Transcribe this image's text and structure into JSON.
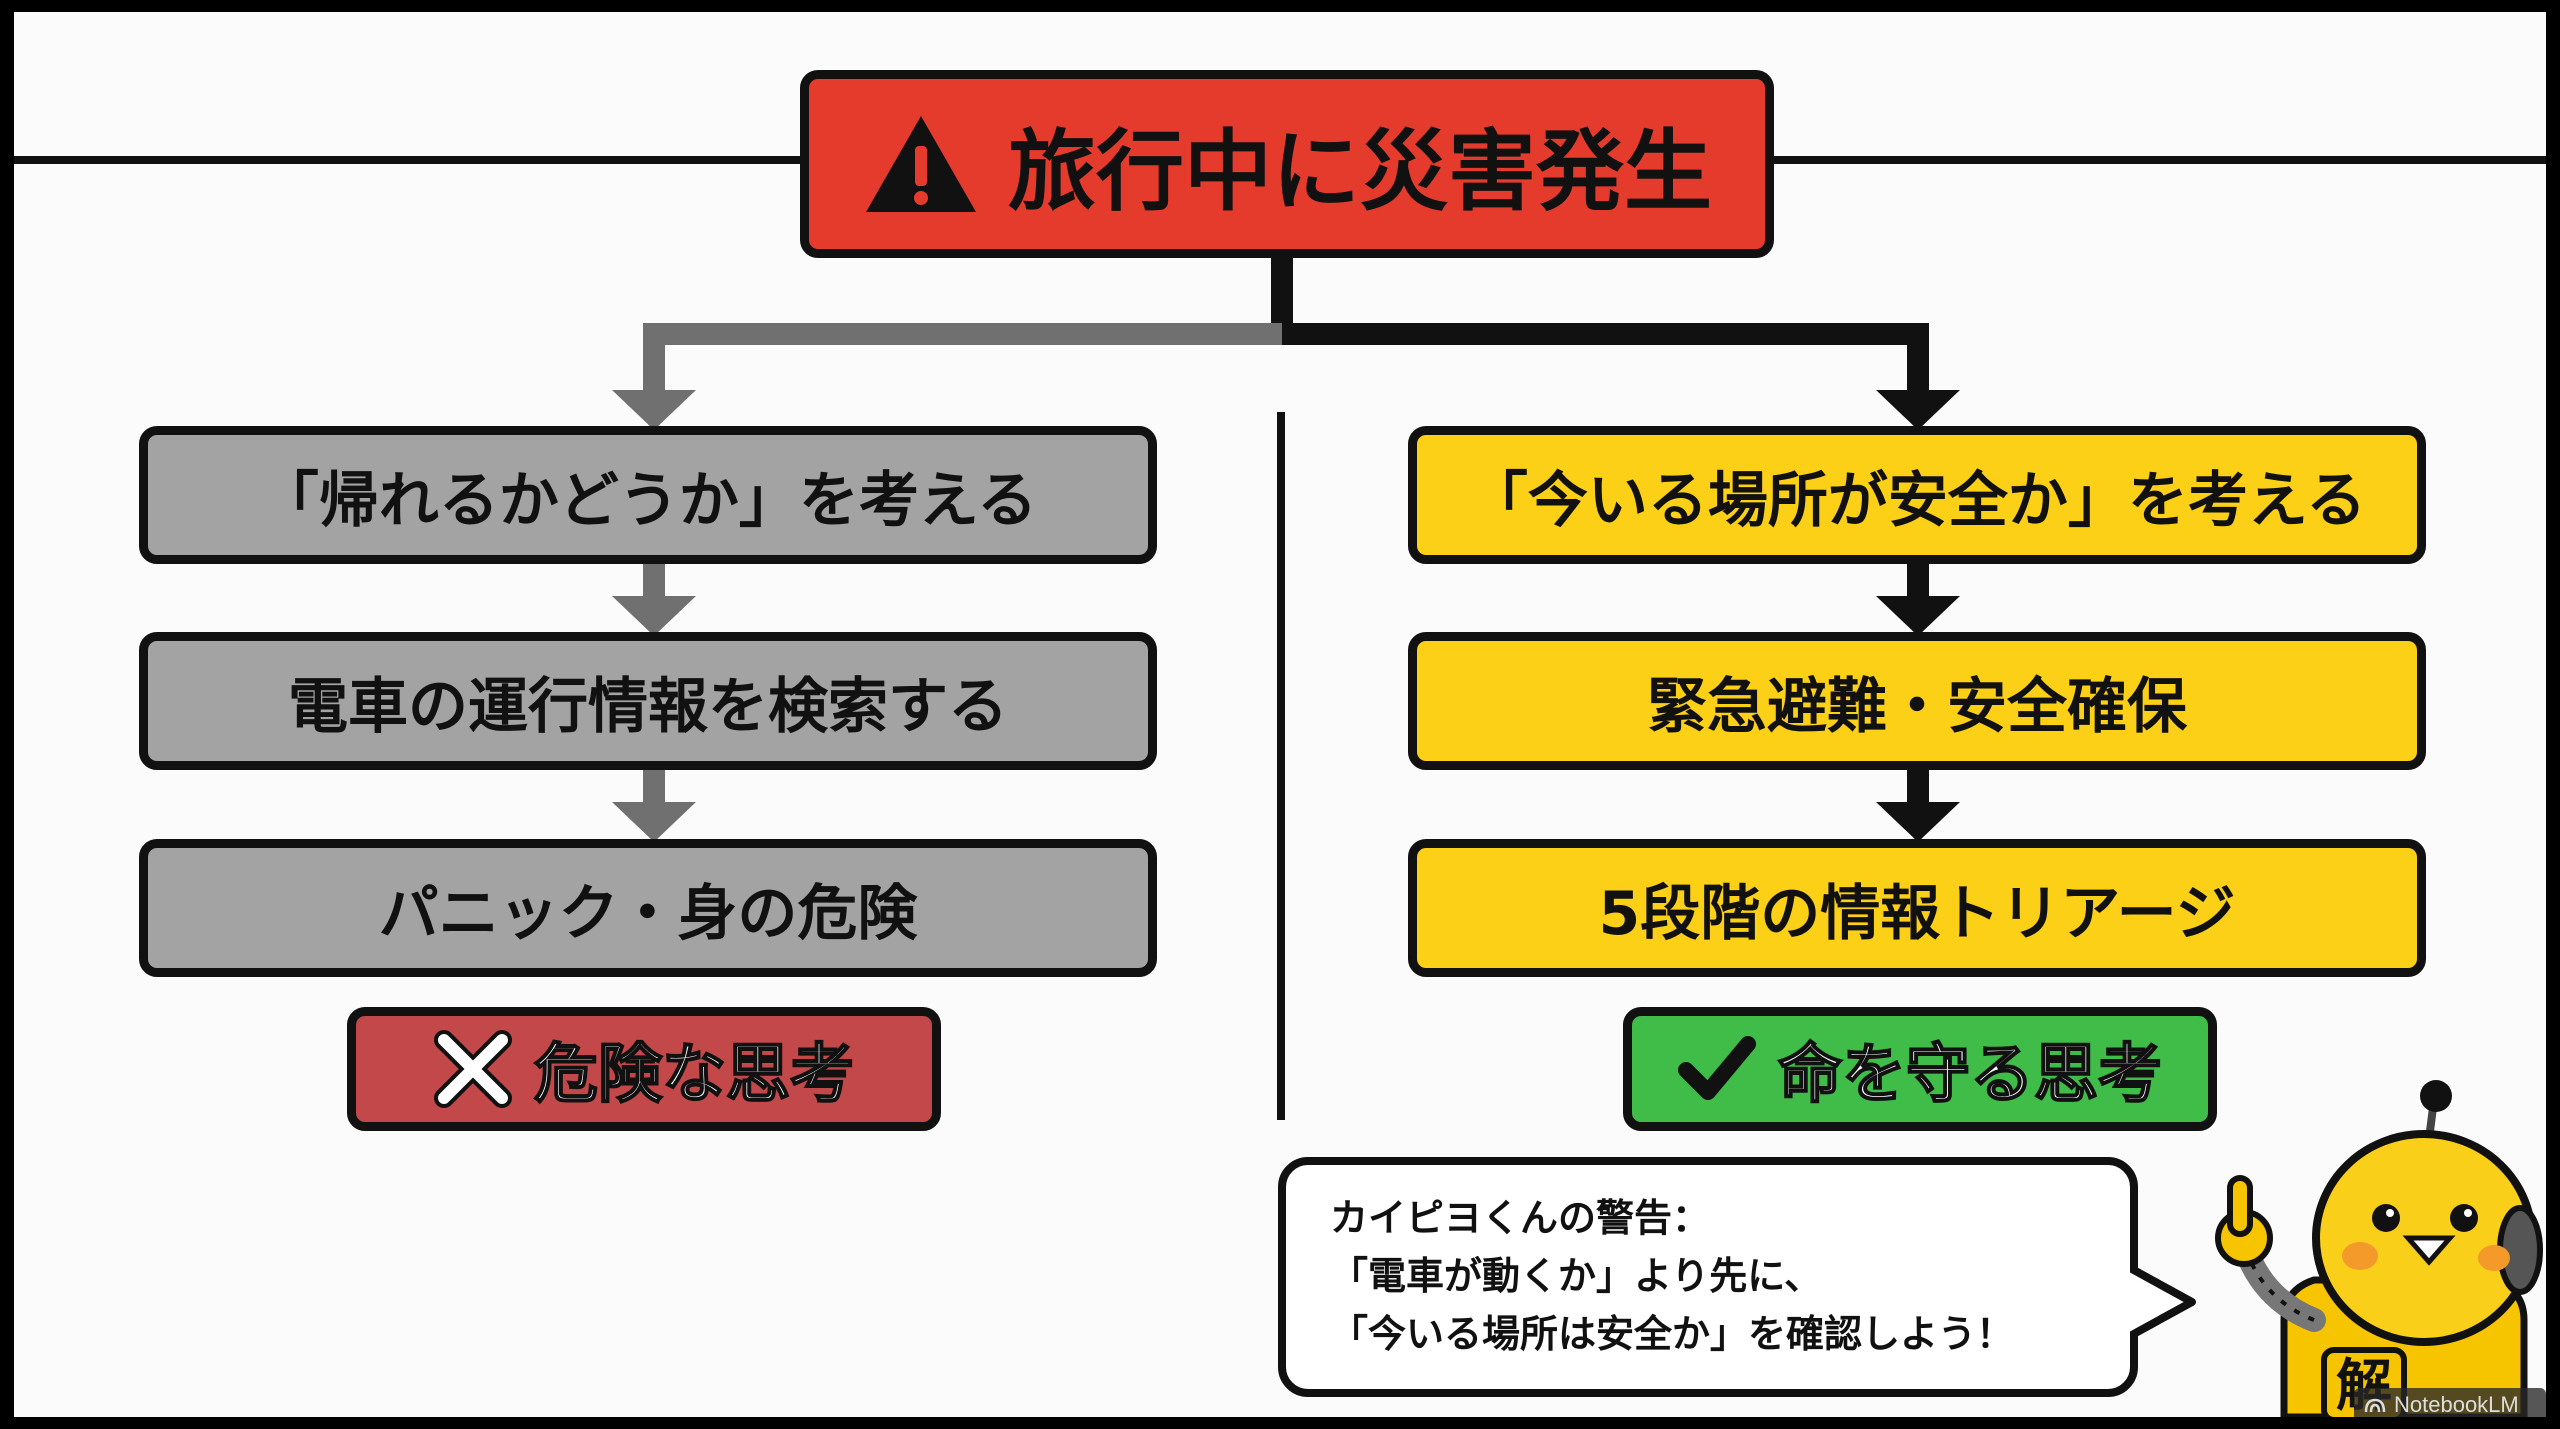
{
  "title": "旅行中に災害発生",
  "left_branch": {
    "steps": [
      "「帰れるかどうか」を考える",
      "電車の運行情報を検索する",
      "パニック・身の危険"
    ],
    "verdict": "危険な思考",
    "verdict_mark": "cross-icon",
    "color": "#a3a3a3",
    "verdict_color": "#c2484a"
  },
  "right_branch": {
    "steps": [
      "「今いる場所が安全か」を考える",
      "緊急避難・安全確保",
      "5段階の情報トリアージ"
    ],
    "verdict": "命を守る思考",
    "verdict_mark": "check-icon",
    "color": "#fcd016",
    "verdict_color": "#3fbd48"
  },
  "title_color": "#e53b2c",
  "warning_icon": "warning-triangle-icon",
  "speech": {
    "lines": [
      "カイピヨくんの警告：",
      "「電車が動くか」より先に、",
      "「今いる場所は安全か」を確認しよう！"
    ]
  },
  "mascot": {
    "icon": "chick-robot-mascot",
    "badge_char": "解"
  },
  "watermark": "NotebookLM"
}
